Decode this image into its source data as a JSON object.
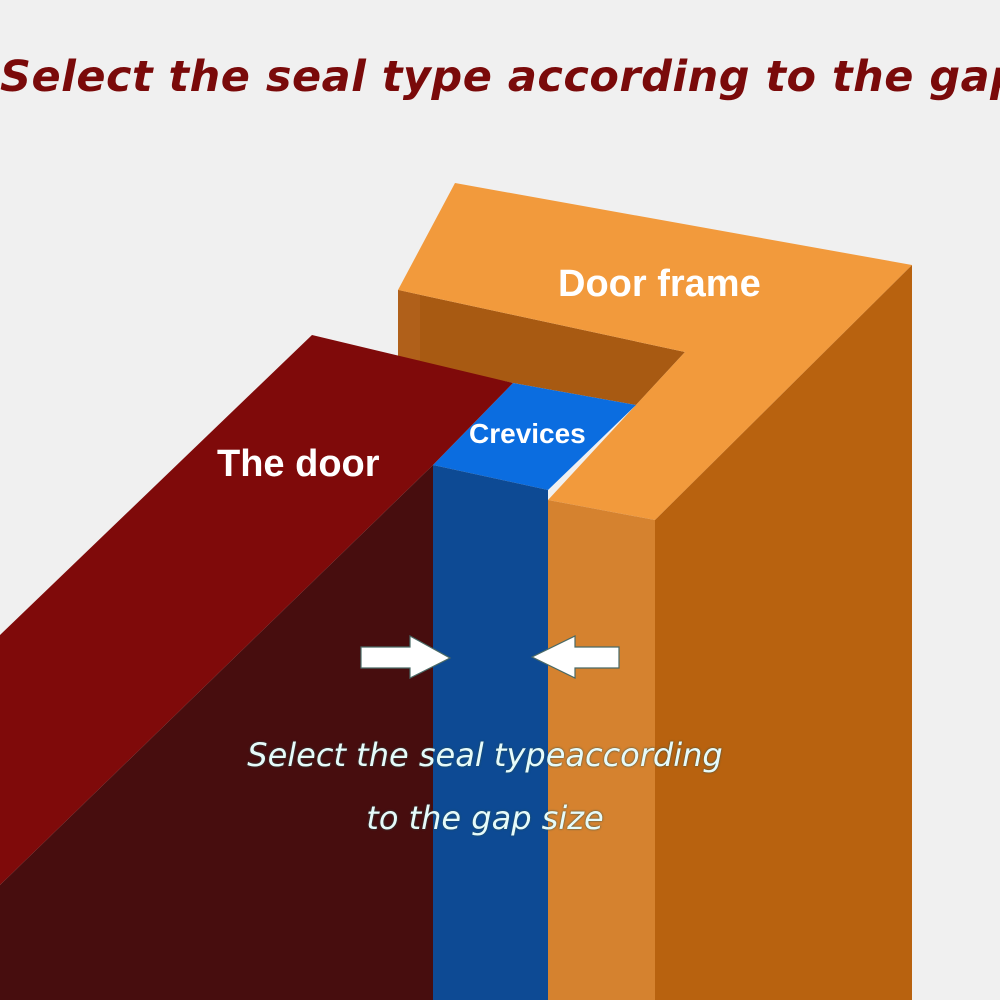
{
  "title": "Select the seal type according to the gap",
  "labels": {
    "door_frame": "Door frame",
    "crevices": "Crevices",
    "the_door": "The door"
  },
  "note": {
    "line1": "Select the seal typeaccording",
    "line2": "to the gap size"
  },
  "colors": {
    "background": "#f0f0f0",
    "title": "#7a0a0a",
    "frame_top": "#f29a3c",
    "frame_inner": "#a85a12",
    "frame_front": "#d5822f",
    "frame_side": "#b8620f",
    "gap_top": "#0b6de0",
    "gap_front": "#0d4a94",
    "door_top": "#7f0a0a",
    "door_front": "#470d0e"
  }
}
